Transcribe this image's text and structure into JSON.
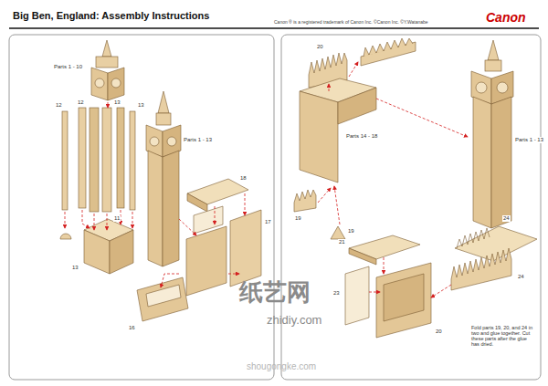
{
  "diagram": {
    "title": "Big Ben, England: Assembly Instructions",
    "labels": [
      "Canon ® is a registered trademark of Canon Inc. ©Canon Inc. ©Y.Watanabe",
      "Canon",
      "Parts 1 - 10",
      "12",
      "12",
      "13",
      "13",
      "11",
      "13",
      "Parts 1 - 13",
      "18",
      "17",
      "16",
      "20",
      "Parts 14 - 18",
      "Parts 1 - 13",
      "19",
      "19",
      "21",
      "23",
      "20",
      "24",
      "24",
      "Fold parts 19, 20, and 24 in two and glue together. Cut these parts after the glue has dried.",
      "纸艺网",
      "zhidiy.com",
      "shougongke.com"
    ]
  }
}
